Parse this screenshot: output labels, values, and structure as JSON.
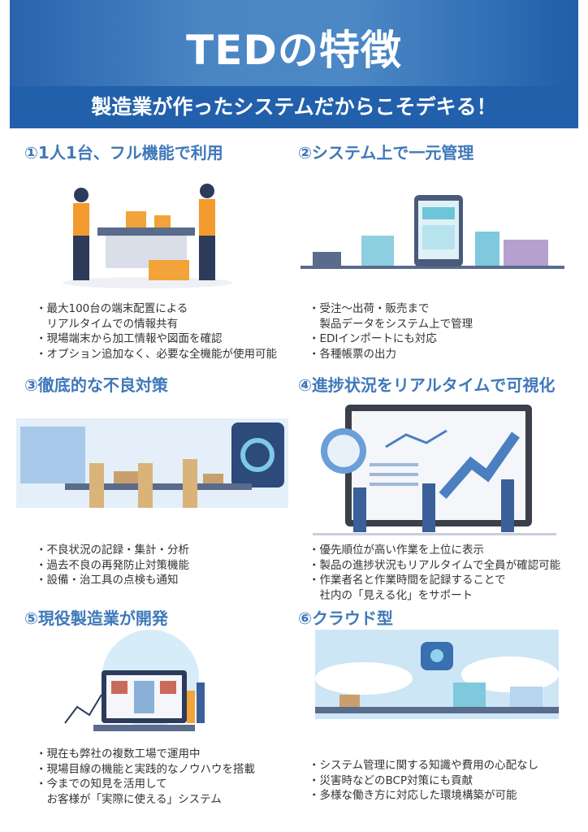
{
  "header": {
    "title": "TEDの特徴",
    "subtitle": "製造業が作ったシステムだからこそデキる！"
  },
  "sections": [
    {
      "heading": "①1人1台、フル機能で利用",
      "bullets": [
        "・最大100台の端末配置による",
        "　リアルタイムでの情報共有",
        "・現場端末から加工情報や図面を確認",
        "・オプション追加なく、必要な全機能が使用可能"
      ]
    },
    {
      "heading": "②システム上で一元管理",
      "bullets": [
        "・受注～出荷・販売まで",
        "　製品データをシステム上で管理",
        "・EDIインポートにも対応",
        "・各種帳票の出力"
      ]
    },
    {
      "heading": "③徹底的な不良対策",
      "bullets": [
        "・不良状況の記録・集計・分析",
        "・過去不良の再発防止対策機能",
        "・設備・治工具の点検も通知"
      ]
    },
    {
      "heading": "④進捗状況をリアルタイムで可視化",
      "bullets": [
        "・優先順位が高い作業を上位に表示",
        "・製品の進捗状況もリアルタイムで全員が確認可能",
        "・作業者名と作業時間を記録することで",
        "　社内の「見える化」をサポート"
      ]
    },
    {
      "heading": "⑤現役製造業が開発",
      "bullets": [
        "・現在も弊社の複数工場で運用中",
        "・現場目線の機能と実践的なノウハウを搭載",
        "・今までの知見を活用して",
        "　お客様が「実際に使える」システム"
      ]
    },
    {
      "heading": "⑥クラウド型",
      "bullets": [
        "・システム管理に関する知識や費用の心配なし",
        "・災害時などのBCP対策にも貢献",
        "・多様な働き方に対応した環境構築が可能"
      ]
    }
  ]
}
